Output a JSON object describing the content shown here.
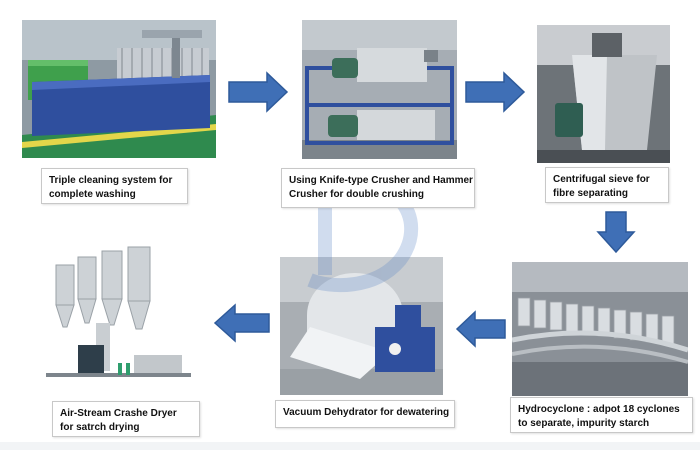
{
  "steps": [
    {
      "lines": [
        "Triple cleaning system for",
        "complete washing"
      ]
    },
    {
      "lines": [
        "Using Knife-type Crusher and Hammer",
        "Crusher for double crushing"
      ]
    },
    {
      "lines": [
        "Centrifugal sieve for",
        "fibre separating"
      ]
    },
    {
      "lines": [
        "Hydrocyclone : adpot  18 cyclones",
        "to separate, impurity starch"
      ]
    },
    {
      "lines": [
        "Vacuum Dehydrator for dewatering"
      ]
    },
    {
      "lines": [
        "Air-Stream Crashe Dryer",
        "for satrch drying"
      ]
    }
  ],
  "colors": {
    "arrow": "#3f6fb6",
    "arrow_edge": "#2e5a9a",
    "machine_blue": "#2f4f9e",
    "watermark": "#5b84c4"
  },
  "icons": [
    "arrow-right-icon",
    "arrow-down-icon",
    "arrow-left-icon",
    "logo-watermark-icon"
  ]
}
